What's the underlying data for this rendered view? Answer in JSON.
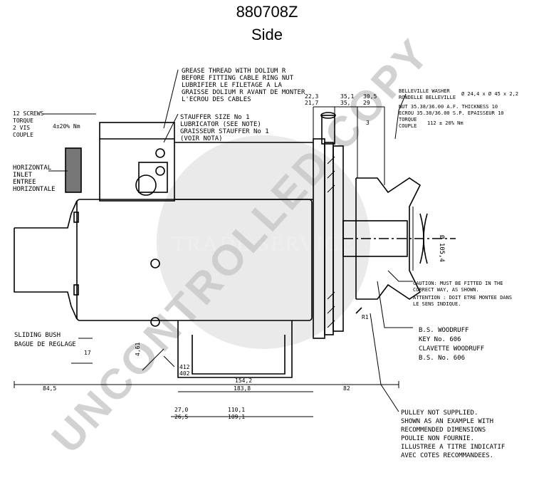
{
  "title": {
    "part_number": "880708Z",
    "view": "Side"
  },
  "watermarks": {
    "diagonal": "UNCONTROLLED COPY",
    "center": "TRADE SERVICE",
    "color": "#c8c8c8"
  },
  "annotations": {
    "grease_1": "GREASE THREAD WITH DOLIUM R",
    "grease_2": "BEFORE FITTING CABLE RING NUT",
    "grease_3": "LUBRIFIER LE FILETAGE A LA",
    "grease_4": "GRAISSE DOLIUM R AVANT DE MONTER",
    "grease_5": "L'ECROU DES CABLES",
    "stauffer_1": "STAUFFER SIZE No 1",
    "stauffer_2": "LUBRICATOR (SEE NOTE)",
    "stauffer_3": "GRAISSEUR STAUFFER No 1",
    "stauffer_4": "(VOIR NOTA)",
    "screws_1": "12 SCREWS",
    "screws_2": "TORQUE",
    "screws_3": "2 VIS",
    "screws_4": "COUPLE",
    "screws_val": "4±20% Nm",
    "inlet_1": "HORIZONTAL",
    "inlet_2": "INLET",
    "inlet_3": "ENTREE",
    "inlet_4": "HORIZONTALE",
    "washer_1": "BELLEVILLE WASHER",
    "washer_2": "RONDELLE BELLEVILLE",
    "washer_val": "Ø 24,4 x Ø 45 x 2,2",
    "nut_1": "NUT    35.38/36.00 A.F.  THICKNESS 10",
    "nut_2": "ECROU 35.38/36.00 S.P.  EPAISSEUR 10",
    "torque_1": "TORQUE",
    "torque_2": "COUPLE",
    "torque_val": "112 ± 20% Nm",
    "caution_1": "CAUTION: MUST BE FITTED IN THE",
    "caution_2": "CORRECT WAY, AS SHOWN.",
    "caution_3": "ATTENTION : DOIT ETRE MONTEE DANS",
    "caution_4": "LE SENS INDIQUE.",
    "key_1": "B.S. WOODRUFF",
    "key_2": "KEY  No. 606",
    "key_3": "CLAVETTE  WOODRUFF",
    "key_4": "B.S.  No. 606",
    "bush_1": "SLIDING BUSH",
    "bush_2": "BAGUE DE REGLAGE",
    "pulley_1": "PULLEY NOT SUPPLIED.",
    "pulley_2": "SHOWN AS AN EXAMPLE WITH",
    "pulley_3": "RECOMMENDED DIMENSIONS",
    "pulley_4": "POULIE NON FOURNIE.",
    "pulley_5": "ILLUSTREE A TITRE INDICATIF",
    "pulley_6": "AVEC COTES RECOMMANDEES.",
    "diameter": "Ø 105,4"
  },
  "dimensions": {
    "d_22_3": "22,3",
    "d_21_7": "21,7",
    "d_35_1": "35,1",
    "d_35_2": "35,",
    "d_30_5": "30,5",
    "d_29": "29",
    "d_3": "3",
    "d_412": "412",
    "d_402": "402",
    "d_17": "17",
    "d_84": "84,5",
    "d_154": "154,2",
    "d_183": "183,8",
    "d_82": "82",
    "d_27": "27,0",
    "d_26": "26,5",
    "d_110": "110,1",
    "d_109": "109,1",
    "d_r1": "R1",
    "d_side": "4,61"
  }
}
